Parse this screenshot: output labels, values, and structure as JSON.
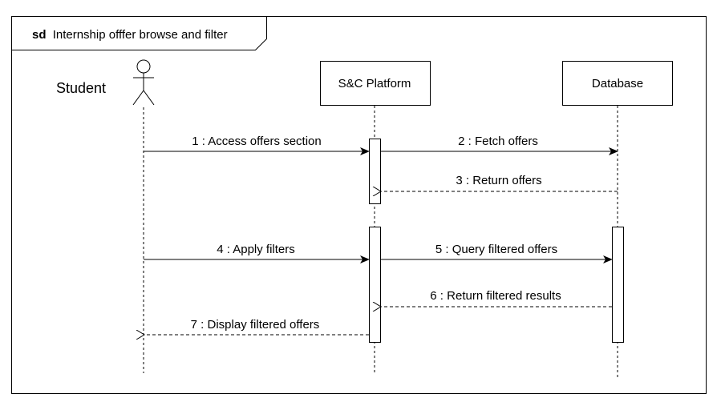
{
  "frame": {
    "keyword": "sd",
    "title": "Internship offfer browse and filter"
  },
  "participants": {
    "student": "Student",
    "platform": "S&C Platform",
    "database": "Database"
  },
  "messages": [
    {
      "label": "1 : Access offers section",
      "type": "sync"
    },
    {
      "label": "2 : Fetch offers",
      "type": "sync"
    },
    {
      "label": "3 : Return offers",
      "type": "reply"
    },
    {
      "label": "4 : Apply filters",
      "type": "sync"
    },
    {
      "label": "5 : Query filtered offers",
      "type": "sync"
    },
    {
      "label": "6 : Return filtered results",
      "type": "reply"
    },
    {
      "label": "7 : Display filtered offers",
      "type": "reply"
    }
  ]
}
